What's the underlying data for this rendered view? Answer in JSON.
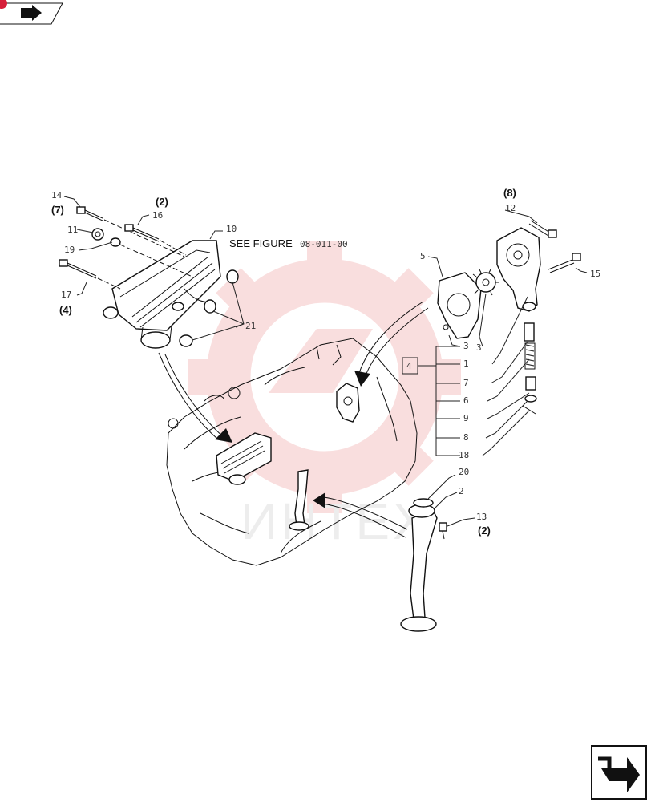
{
  "colors": {
    "accent": "#d61f3a",
    "watermark": "#f2b7b7",
    "line": "#111111"
  },
  "watermark": {
    "text": "ИНТЕХ"
  },
  "icons": {
    "top_left": "bookmark-arrow-icon",
    "bottom_right": "next-page-arrow-icon"
  },
  "annotation": {
    "see_figure_prefix": "SEE FIGURE",
    "see_figure_ref": "08-011-00"
  },
  "callouts": {
    "c14": "14",
    "c16": "16",
    "c11": "11",
    "c19": "19",
    "c17": "17",
    "c10": "10",
    "c21": "21",
    "c5": "5",
    "c12": "12",
    "c15": "15",
    "c3a": "3",
    "c3b": "3",
    "c1": "1",
    "c7": "7",
    "c6": "6",
    "c9": "9",
    "c8": "8",
    "c18": "18",
    "c20": "20",
    "c2": "2",
    "c13": "13",
    "group4": "4"
  },
  "quantities": {
    "q14": "(7)",
    "q16": "(2)",
    "q17": "(4)",
    "q12": "(8)",
    "q13": "(2)"
  }
}
